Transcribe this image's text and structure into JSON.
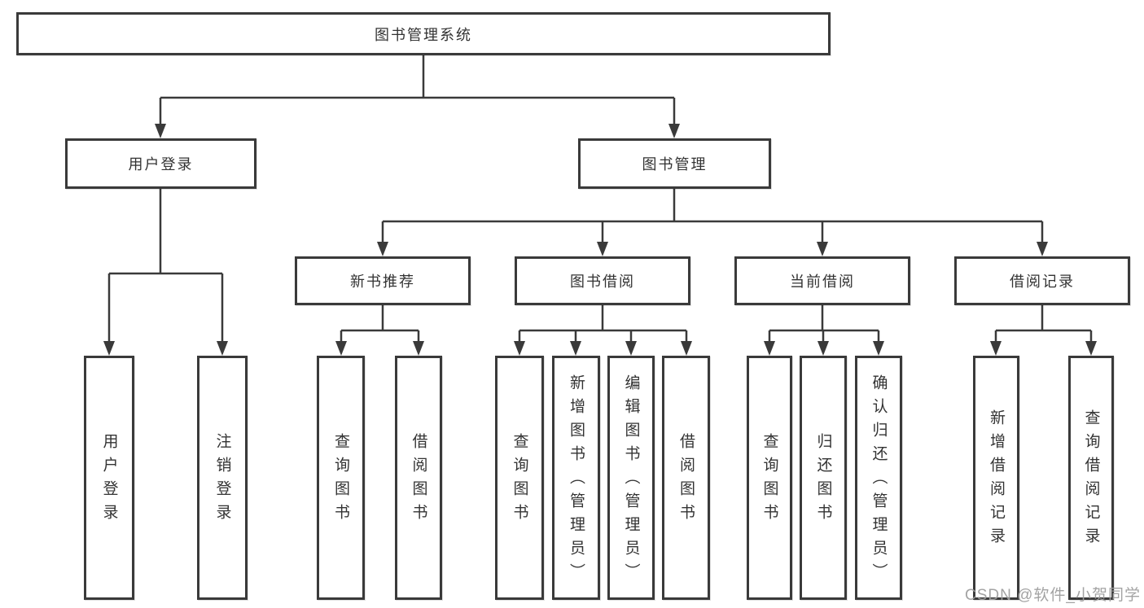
{
  "tree": {
    "root": {
      "label": "图书管理系统",
      "children": [
        {
          "label": "用户登录",
          "children": [
            {
              "label": "用户登录"
            },
            {
              "label": "注销登录"
            }
          ]
        },
        {
          "label": "图书管理",
          "children": [
            {
              "label": "新书推荐",
              "children": [
                {
                  "label": "查询图书"
                },
                {
                  "label": "借阅图书"
                }
              ]
            },
            {
              "label": "图书借阅",
              "children": [
                {
                  "label": "查询图书"
                },
                {
                  "label": "新增图书（管理员）"
                },
                {
                  "label": "编辑图书（管理员）"
                },
                {
                  "label": "借阅图书"
                }
              ]
            },
            {
              "label": "当前借阅",
              "children": [
                {
                  "label": "查询图书"
                },
                {
                  "label": "归还图书"
                },
                {
                  "label": "确认归还（管理员）"
                }
              ]
            },
            {
              "label": "借阅记录",
              "children": [
                {
                  "label": "新增借阅记录"
                },
                {
                  "label": "查询借阅记录"
                }
              ]
            }
          ]
        }
      ]
    }
  },
  "watermark": {
    "text": "CSDN @软件_小贺同学"
  },
  "colors": {
    "line": "#3a3a3a",
    "text": "#333333",
    "watermark": "#9e9e9e",
    "background": "#ffffff"
  }
}
